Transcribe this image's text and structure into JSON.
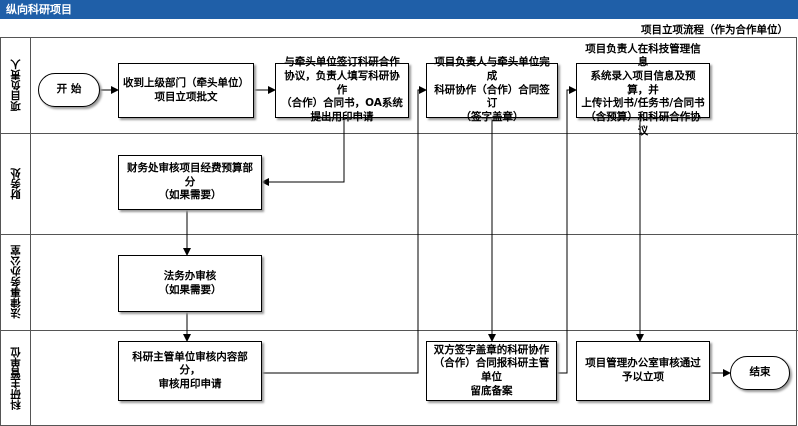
{
  "header": {
    "title": "纵向科研项目"
  },
  "process_title": "项目立项流程（作为合作单位）",
  "lanes": [
    {
      "label": "项目负责人"
    },
    {
      "label": "财务处"
    },
    {
      "label": "法律事务办公室"
    },
    {
      "label": "科研主管单位"
    }
  ],
  "nodes": {
    "start": "开 始",
    "receive": "收到上级部门（牵头单位）\n项目立项批文",
    "sign": "与牵头单位签订科研合作\n协议，负责人填写科研协作\n（合作）合同书，OA系统\n提出用印申请",
    "finance": "财务处审核项目经费预算部分\n（如果需要）",
    "legal": "法务办审核\n（如果需要）",
    "admin_review": "科研主管单位审核内容部分，\n审核用印申请",
    "complete": "项目负责人与牵头单位完成\n科研协作（合作）合同签订\n（签字盖章）",
    "filing": "双方签字盖章的科研协作\n（合作）合同报科研主管单位\n留底备案",
    "enter": "项目负责人在科技管理信息\n系统录入项目信息及预算，并\n上传计划书/任务书/合同书\n（含预算）和科研合作协议",
    "approve": "项目管理办公室审核通过\n予以立项",
    "end": "结束"
  },
  "colors": {
    "header_bg": "#1f5fa8",
    "line": "#000000"
  }
}
